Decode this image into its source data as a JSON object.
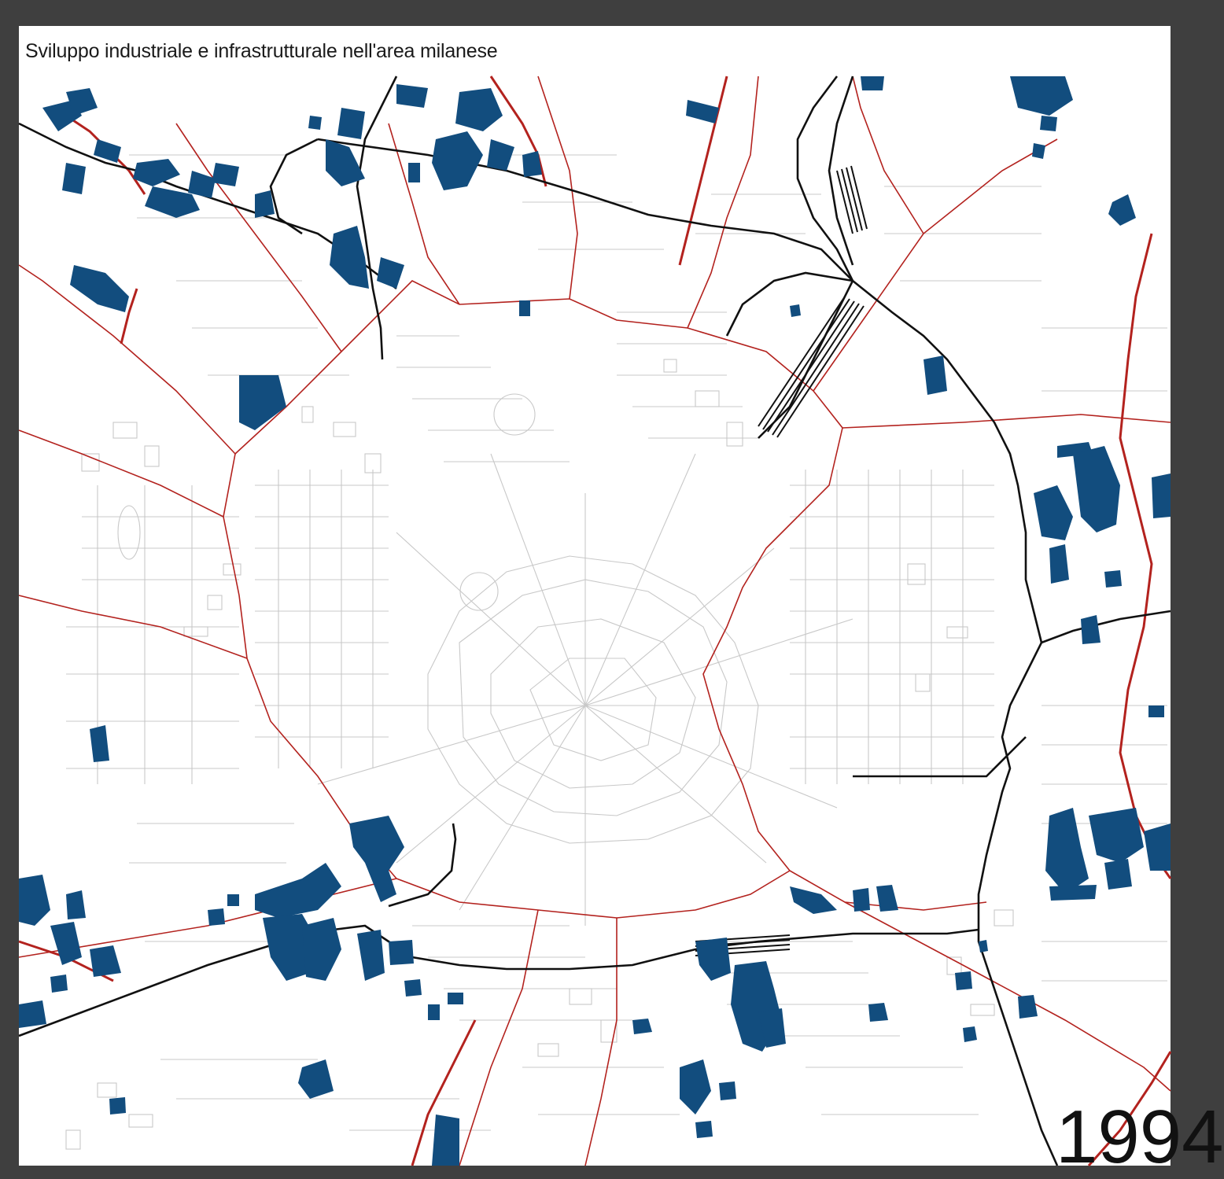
{
  "title": "Sviluppo industriale e infrastrutturale nell'area milanese",
  "year_label": "1994",
  "colors": {
    "background": "#3f3f3f",
    "paper": "#ffffff",
    "streets": "#c8c8c8",
    "roads": "#b3221e",
    "railways": "#111111",
    "industrial_areas": "#124d7e"
  },
  "layers": [
    "street-blocks",
    "main-roads",
    "railways",
    "industrial-areas"
  ]
}
